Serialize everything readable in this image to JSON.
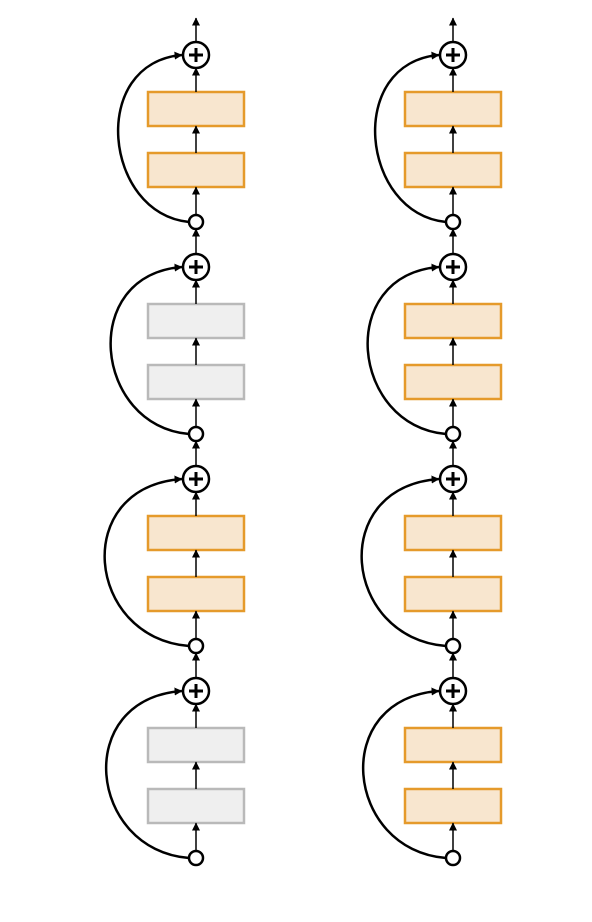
{
  "colors": {
    "active_fill": "#f8e6cf",
    "active_stroke": "#e59a2b",
    "inactive_fill": "#efefef",
    "inactive_stroke": "#b9b9b9",
    "line": "#000000"
  },
  "columns": [
    {
      "name": "left",
      "blocks": [
        {
          "state": "active"
        },
        {
          "state": "inactive"
        },
        {
          "state": "active"
        },
        {
          "state": "inactive"
        }
      ]
    },
    {
      "name": "right",
      "blocks": [
        {
          "state": "active"
        },
        {
          "state": "active"
        },
        {
          "state": "active"
        },
        {
          "state": "active"
        }
      ]
    }
  ]
}
